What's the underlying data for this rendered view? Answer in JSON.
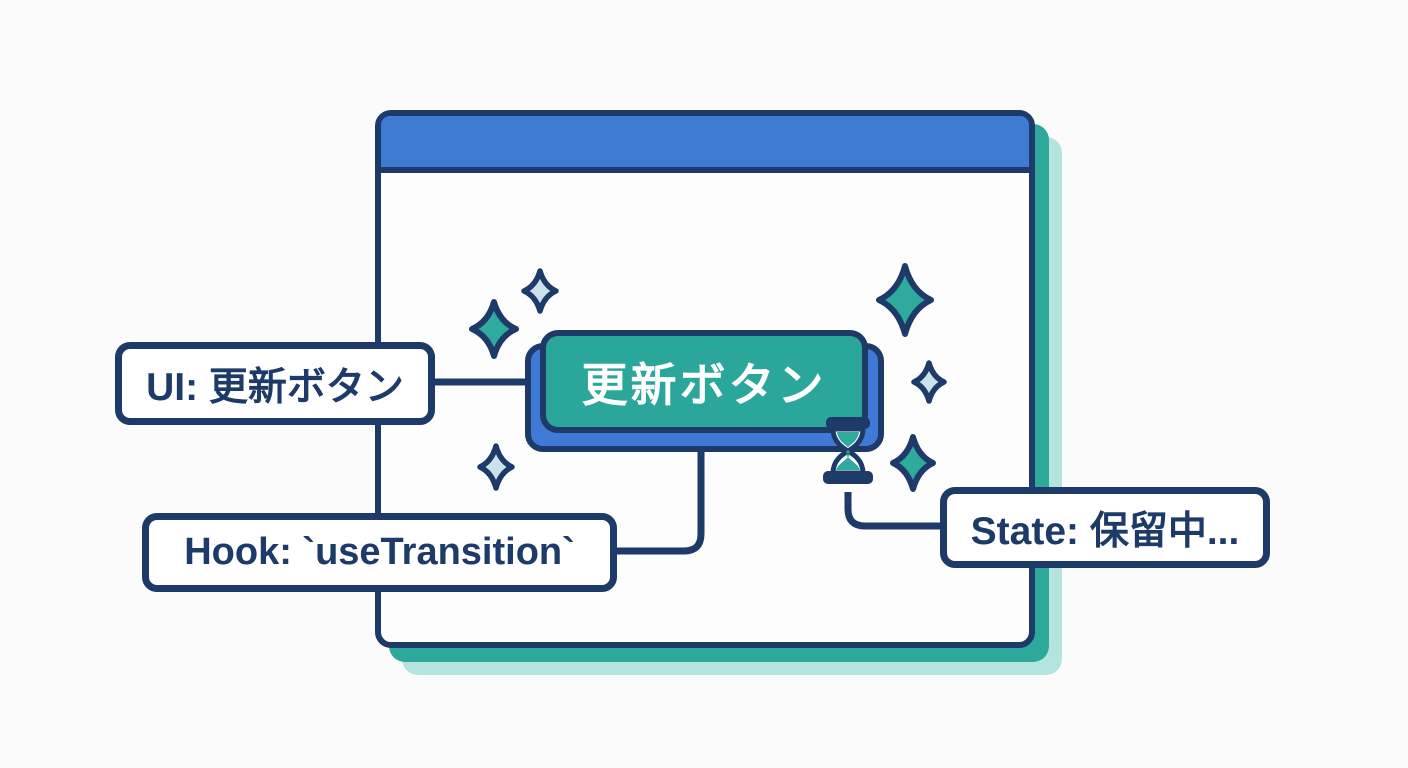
{
  "diagram": {
    "button": {
      "label": "更新ボタン"
    },
    "callouts": {
      "ui": {
        "label": "UI: 更新ボタン"
      },
      "hook": {
        "label": "Hook: `useTransition`"
      },
      "state": {
        "label": "State: 保留中..."
      }
    }
  },
  "colors": {
    "outline-navy": "#1d3a68",
    "titlebar-blue": "#3d7ad2",
    "button-teal": "#2ba69a",
    "button-base-blue": "#3f7bd6",
    "shadow-teal": "#2fa89c",
    "shadow-teal-light": "#b3e5de",
    "sparkle-teal": "#2fab9e",
    "sparkle-pale": "#c9e2ee"
  }
}
